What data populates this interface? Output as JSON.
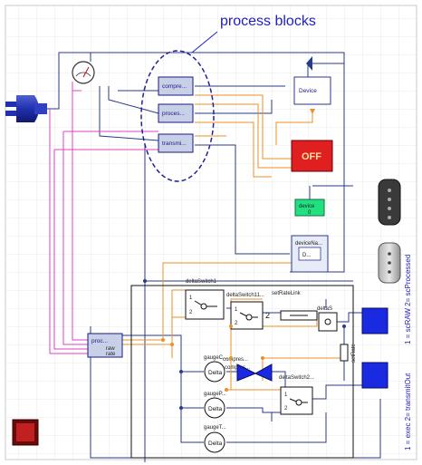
{
  "diagram": {
    "title": "process blocks",
    "blocks": {
      "compress": "compre...",
      "process": "proces...",
      "transmit": "transmi...",
      "device": "Device",
      "off": "OFF",
      "device_green": "device",
      "device_green_port": "0",
      "device_na": "deviceNa...",
      "device_na_inner": "D...",
      "proc": "proc...",
      "proc_sub1": "raw",
      "proc_sub2": "rate"
    },
    "switch_labels": {
      "delta_switch1": "deltaSwitch1",
      "delta_switch11": "deltaSwitch11...",
      "set_rate_link": "setRateLink",
      "delta_s": "deltaS",
      "delta_switch2": "deltaSwitch2..."
    },
    "gauge_labels": {
      "gauge_c": "gaugeC...",
      "gauge_p": "gaugeP...",
      "gauge_t": "gaugeT...",
      "delta": "Delta"
    },
    "misc_labels": {
      "compress_top": "compres...",
      "compress_bottom": "compres...",
      "set_rate": "setRate",
      "port_1": "1",
      "port_2": "2"
    },
    "side_labels": {
      "right_top": "1 = scRAW 2= scProcessed",
      "right_bottom": "1 = exec 2= transmitOut"
    },
    "colors": {
      "blue_wire": "#2a3a8a",
      "orange_wire": "#e8902a",
      "magenta_wire": "#e040c0",
      "block_fill": "#c8d0e8",
      "off_red": "#e02020",
      "green": "#20e080",
      "output_blue": "#1a2ae0"
    }
  }
}
